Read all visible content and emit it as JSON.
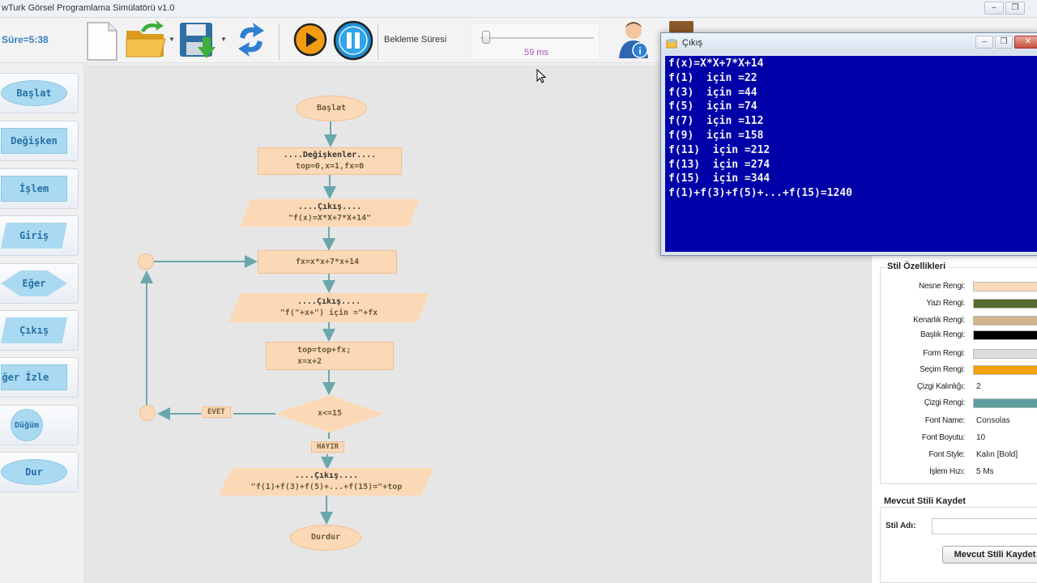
{
  "window": {
    "title": "wTurk Görsel Programlama Simülatörü v1.0"
  },
  "toolbar": {
    "timer": "Süre=5:38",
    "delay_label": "Bekleme Süresi",
    "delay_value": "59 ms",
    "slider_level_percent": 3,
    "icons": [
      "new-file-icon",
      "open-folder-icon",
      "save-icon",
      "refresh-icon",
      "play-icon",
      "pause-icon",
      "user-info-icon"
    ]
  },
  "palette": {
    "items": [
      {
        "label": "Başlat",
        "shape": "ellipse"
      },
      {
        "label": "Değişken",
        "shape": "rect"
      },
      {
        "label": "İşlem",
        "shape": "rect"
      },
      {
        "label": "Giriş",
        "shape": "parallelogram"
      },
      {
        "label": "Eğer",
        "shape": "diamond"
      },
      {
        "label": "Çıkış",
        "shape": "parallelogram"
      },
      {
        "label": "Değer İzle",
        "shape": "rect"
      },
      {
        "label": "Düğüm",
        "shape": "circle"
      },
      {
        "label": "Dur",
        "shape": "ellipse"
      }
    ]
  },
  "flowchart": {
    "start": "Başlat",
    "variables_header": "....Değişkenler....",
    "variables_body": "top=0,x=1,fx=0",
    "output1_header": "....Çıkış....",
    "output1_body": "\"f(x)=X*X+7*X+14\"",
    "process1": "fx=x*x+7*x+14",
    "output2_header": "....Çıkış....",
    "output2_body": "\"f(\"+x+\") için =\"+fx",
    "process2_line1": "top=top+fx;",
    "process2_line2": "x=x+2",
    "decision": "x<=15",
    "yes_label": "EVET",
    "no_label": "HAYIR",
    "output3_header": "....Çıkış....",
    "output3_body": "\"f(1)+f(3)+f(5)+...+f(15)=\"+top",
    "end": "Durdur"
  },
  "output_window": {
    "title": "Çıkış",
    "lines": [
      "f(x)=X*X+7*X+14",
      "f(1)  için =22",
      "f(3)  için =44",
      "f(5)  için =74",
      "f(7)  için =112",
      "f(9)  için =158",
      "f(11)  için =212",
      "f(13)  için =274",
      "f(15)  için =344",
      "f(1)+f(3)+f(5)+...+f(15)=1240"
    ]
  },
  "style_properties": {
    "group_title": "Stil Özellikleri",
    "props": [
      {
        "label": "Nesne Rengi:",
        "swatch": "#fcd9b6"
      },
      {
        "label": "Yazı Rengi:",
        "swatch": "#556b2f"
      },
      {
        "label": "Kenarlık Rengi:",
        "swatch": "#d2b48c"
      },
      {
        "label": "Başlık Rengi:",
        "swatch": "#000000"
      },
      {
        "label": "Form Rengi:",
        "swatch": "#dcdcdc"
      },
      {
        "label": "Seçim Rengi:",
        "swatch": "#f0a30a"
      },
      {
        "label": "Çizgi Kalınlığı:",
        "value": "2"
      },
      {
        "label": "Çizgi Rengi:",
        "swatch": "#5f9ea0"
      },
      {
        "label": "Font Name:",
        "value": "Consolas"
      },
      {
        "label": "Font Boyutu:",
        "value": "10"
      },
      {
        "label": "Font Style:",
        "value": "Kalın [Bold]"
      },
      {
        "label": "İşlem Hızı:",
        "value": "5 Ms"
      }
    ],
    "save_group_title": "Mevcut Stili Kaydet",
    "style_name_label": "Stil Adı:",
    "style_name_value": "",
    "save_button": "Mevcut Stili Kaydet"
  }
}
